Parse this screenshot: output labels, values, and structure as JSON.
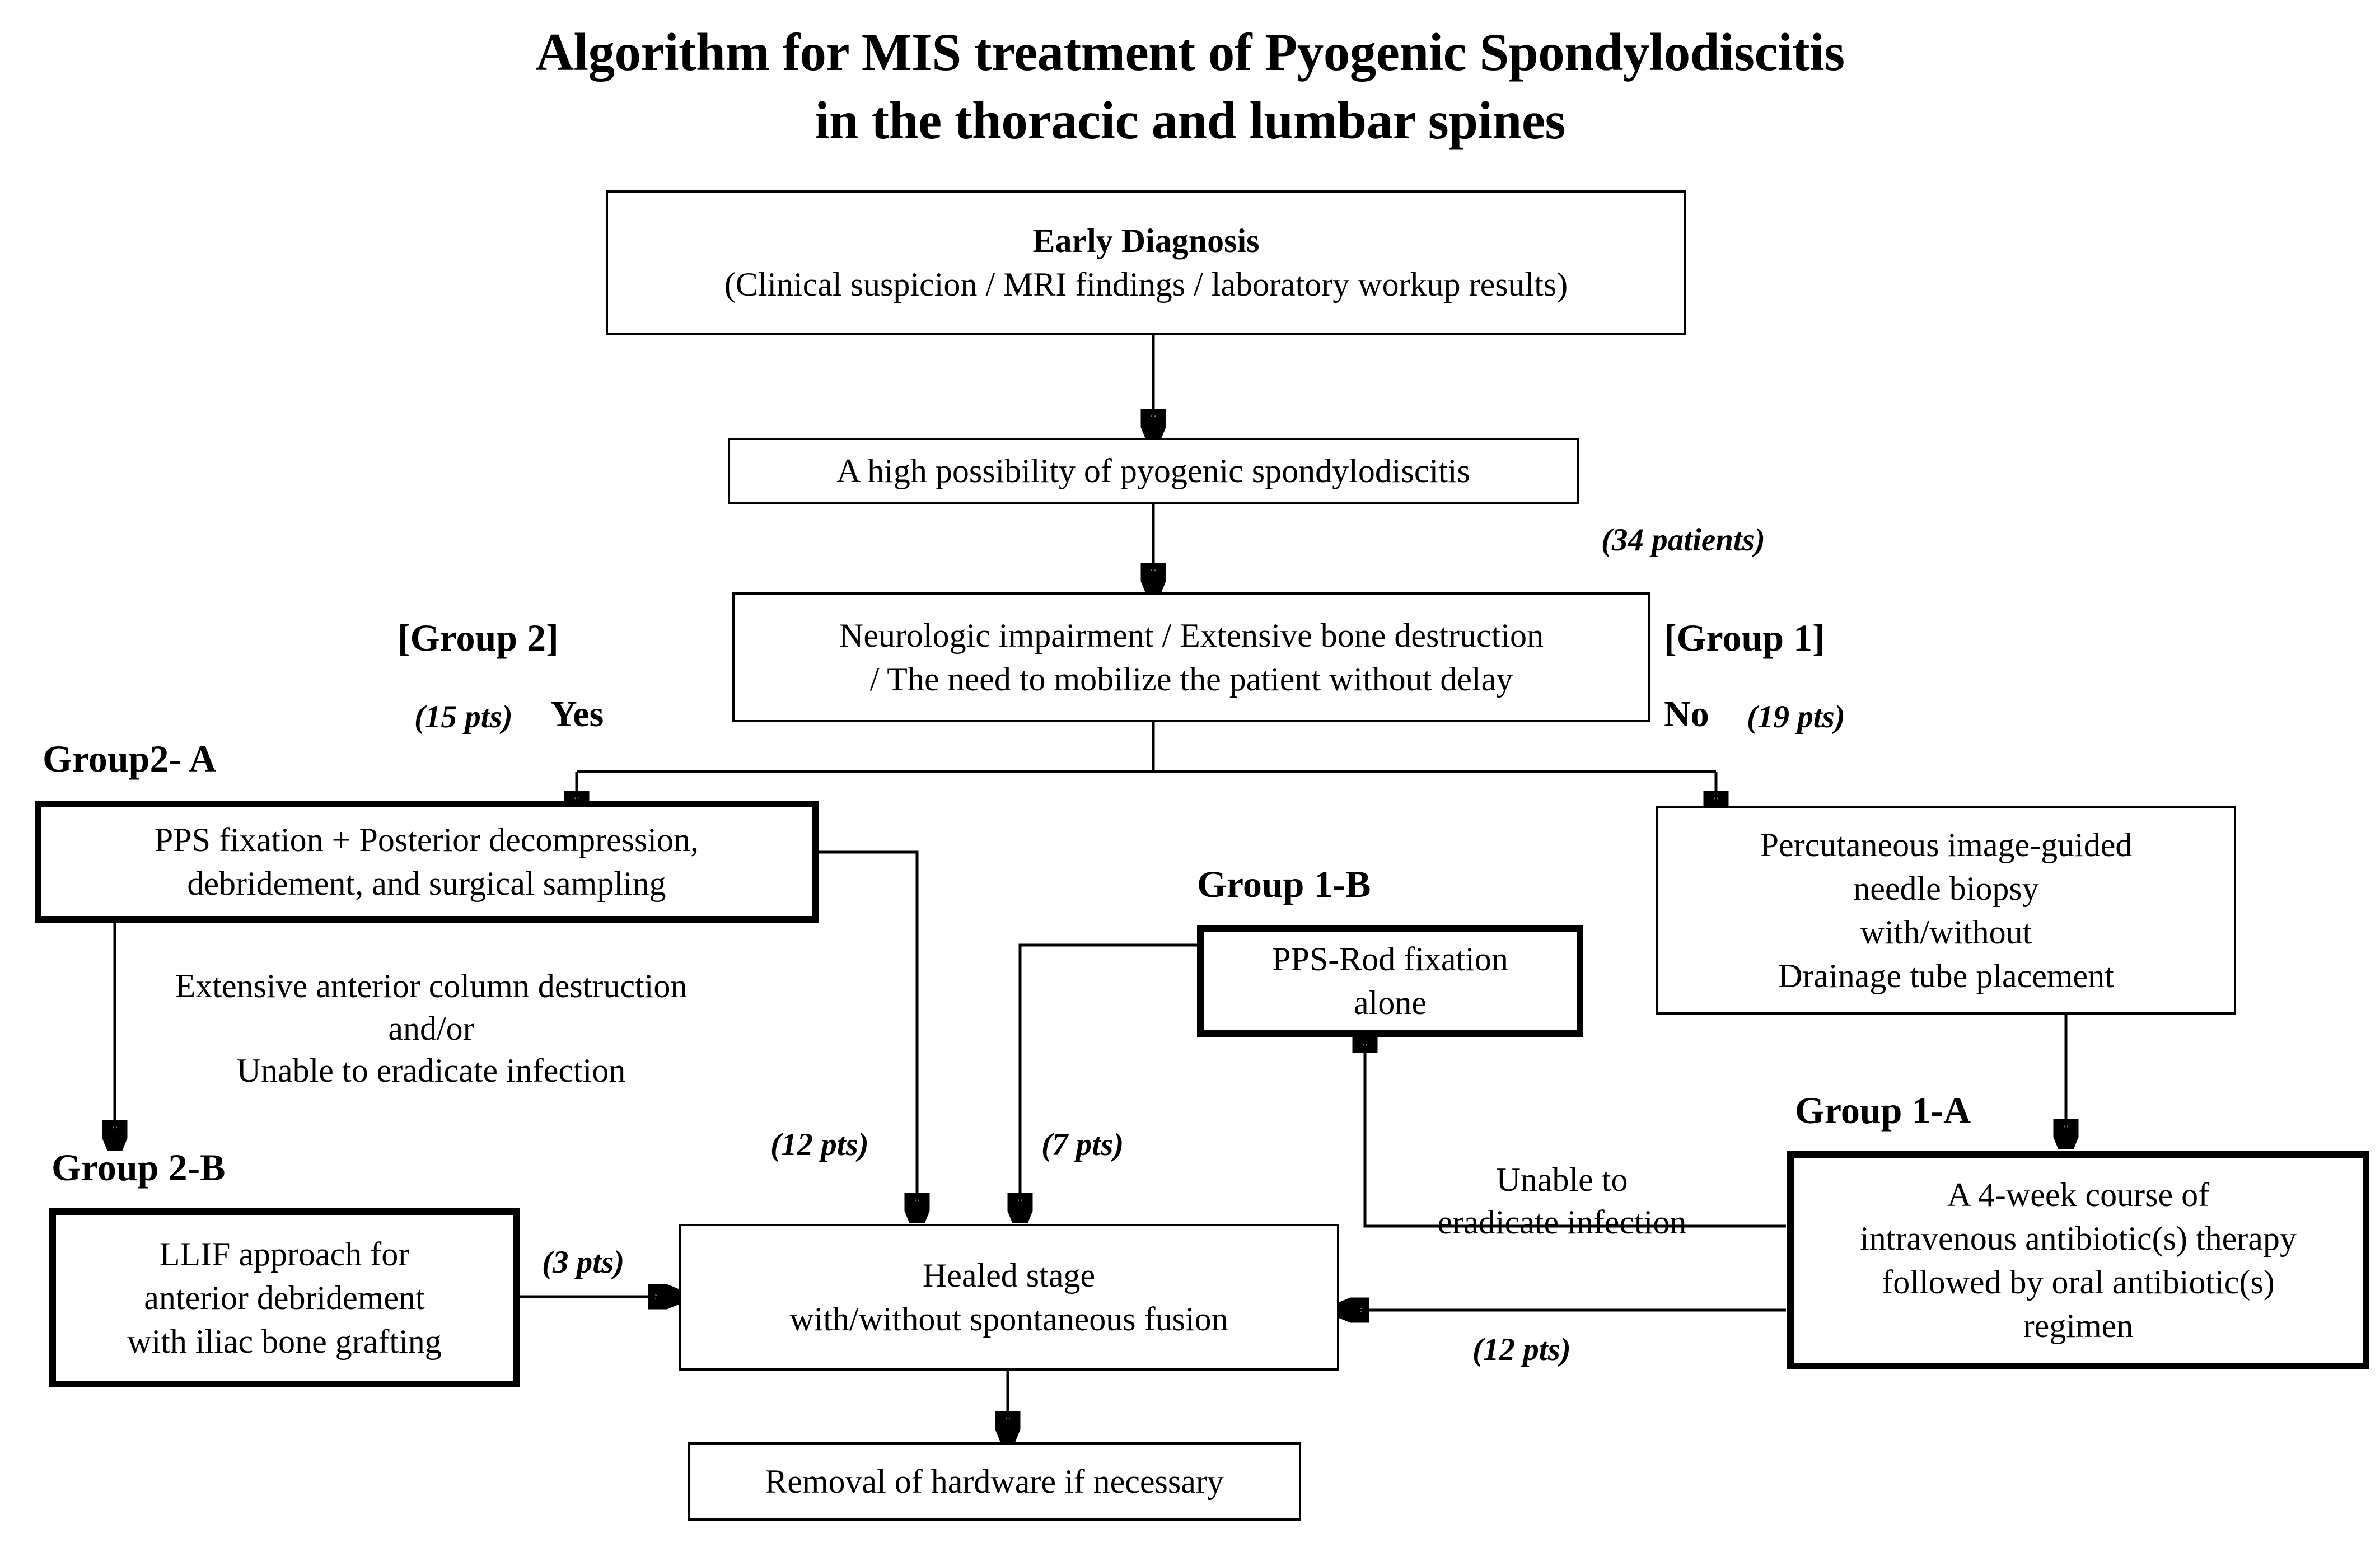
{
  "title": {
    "line1": "Algorithm for MIS treatment of Pyogenic Spondylodiscitis",
    "line2": "in the thoracic and lumbar spines"
  },
  "nodes": {
    "early_diagnosis": {
      "heading": "Early Diagnosis",
      "detail": "(Clinical suspicion / MRI findings / laboratory workup results)"
    },
    "high_possibility": {
      "text": "A high possibility of pyogenic spondylodiscitis"
    },
    "decision": {
      "line1": "Neurologic impairment / Extensive bone destruction",
      "line2": "/ The need to mobilize the patient without delay"
    },
    "group2a_box": {
      "line1": "PPS fixation + Posterior decompression,",
      "line2": "debridement, and surgical sampling"
    },
    "group2b_box": {
      "line1": "LLIF approach  for",
      "line2": "anterior debridement",
      "line3": "with  iliac bone grafting"
    },
    "group1b_box": {
      "line1": "PPS-Rod fixation",
      "line2": "alone"
    },
    "biopsy_box": {
      "line1": "Percutaneous image-guided",
      "line2": "needle biopsy",
      "line3": "with/without",
      "line4": "Drainage tube placement"
    },
    "group1a_box": {
      "line1": "A 4-week course of",
      "line2": "intravenous antibiotic(s) therapy",
      "line3": "followed by oral antibiotic(s)",
      "line4": "regimen"
    },
    "healed_box": {
      "line1": "Healed stage",
      "line2": "with/without  spontaneous fusion"
    },
    "removal_box": {
      "text": "Removal of hardware if necessary"
    }
  },
  "labels": {
    "group2_bracket": "[Group 2]",
    "group1_bracket": "[Group 1]",
    "group2a": "Group2- A",
    "group2b": "Group 2-B",
    "group1a": "Group 1-A",
    "group1b": "Group 1-B",
    "yes": "Yes",
    "no": "No"
  },
  "annotations": {
    "total_patients": "(34 patients)",
    "group2_pts": "(15 pts)",
    "group1_pts": "(19 pts)",
    "group2a_to_healed_pts": "(12 pts)",
    "group1b_to_healed_pts": "(7 pts)",
    "group2b_to_healed_pts": "(3 pts)",
    "group1a_to_healed_pts": "(12 pts)",
    "failure_left": "Extensive anterior column destruction\nand/or\nUnable to eradicate infection",
    "failure_right": "Unable to\neradicate infection"
  },
  "colors": {
    "stroke": "#000000",
    "background": "#ffffff"
  }
}
